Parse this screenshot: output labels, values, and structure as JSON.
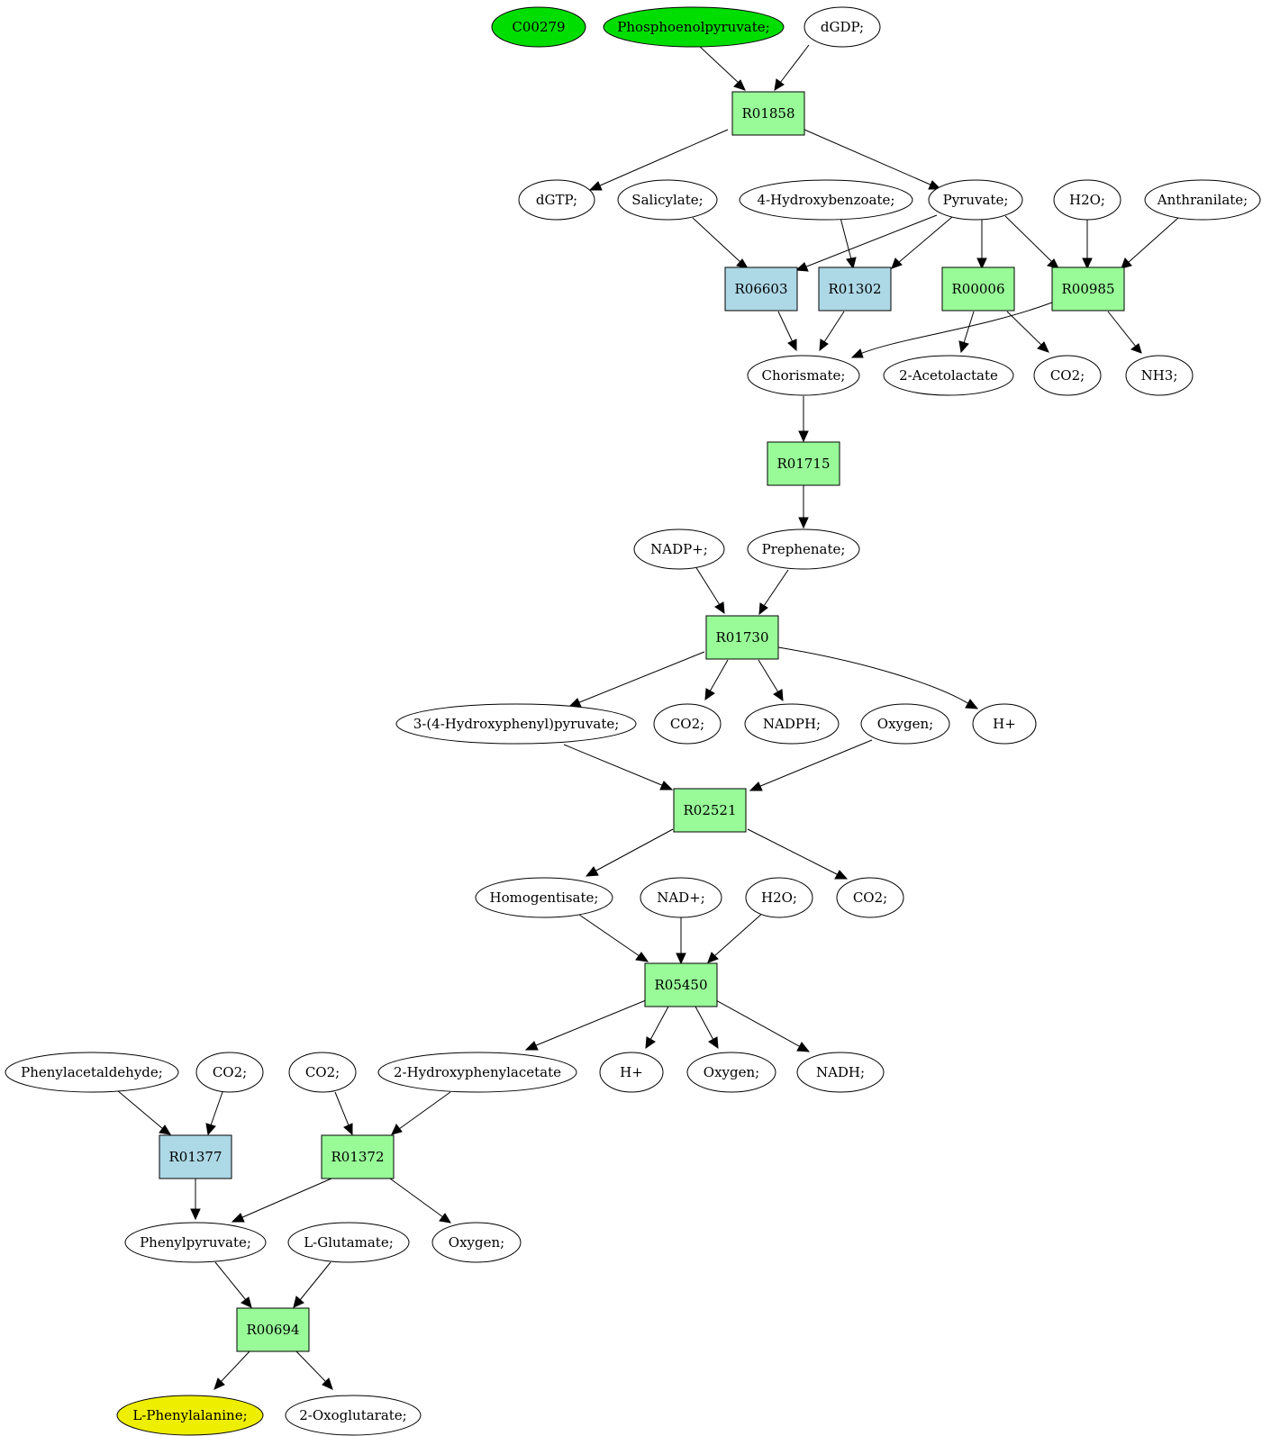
{
  "colors": {
    "compound_default": "#ffffff",
    "compound_source": "#00dd00",
    "compound_target": "#eeee00",
    "reaction_green": "#98fb98",
    "reaction_blue": "#add8e6",
    "edge": "#000000"
  },
  "compounds": {
    "c00279": "C00279",
    "phosphoenolpyruvate": "Phosphoenolpyruvate;",
    "dgdp": "dGDP;",
    "dgtp": "dGTP;",
    "salicylate": "Salicylate;",
    "hydroxybenzoate": "4-Hydroxybenzoate;",
    "pyruvate": "Pyruvate;",
    "h2o_1": "H2O;",
    "anthranilate": "Anthranilate;",
    "chorismate": "Chorismate;",
    "acetolactate": "2-Acetolactate",
    "co2_1": "CO2;",
    "nh3": "NH3;",
    "nadp": "NADP+;",
    "prephenate": "Prephenate;",
    "hydroxyphenylpyruvate": "3-(4-Hydroxyphenyl)pyruvate;",
    "co2_2": "CO2;",
    "nadph": "NADPH;",
    "oxygen_1": "Oxygen;",
    "hplus_1": "H+",
    "homogentisate": "Homogentisate;",
    "nad": "NAD+;",
    "h2o_2": "H2O;",
    "co2_3": "CO2;",
    "phenylacetaldehyde": "Phenylacetaldehyde;",
    "co2_4": "CO2;",
    "co2_5": "CO2;",
    "hydroxyphenylacetate": "2-Hydroxyphenylacetate",
    "hplus_2": "H+",
    "oxygen_2": "Oxygen;",
    "nadh": "NADH;",
    "phenylpyruvate": "Phenylpyruvate;",
    "glutamate": "L-Glutamate;",
    "oxygen_3": "Oxygen;",
    "phenylalanine": "L-Phenylalanine;",
    "oxoglutarate": "2-Oxoglutarate;"
  },
  "reactions": {
    "r01858": "R01858",
    "r06603": "R06603",
    "r01302": "R01302",
    "r00006": "R00006",
    "r00985": "R00985",
    "r01715": "R01715",
    "r01730": "R01730",
    "r02521": "R02521",
    "r05450": "R05450",
    "r01377": "R01377",
    "r01372": "R01372",
    "r00694": "R00694"
  }
}
